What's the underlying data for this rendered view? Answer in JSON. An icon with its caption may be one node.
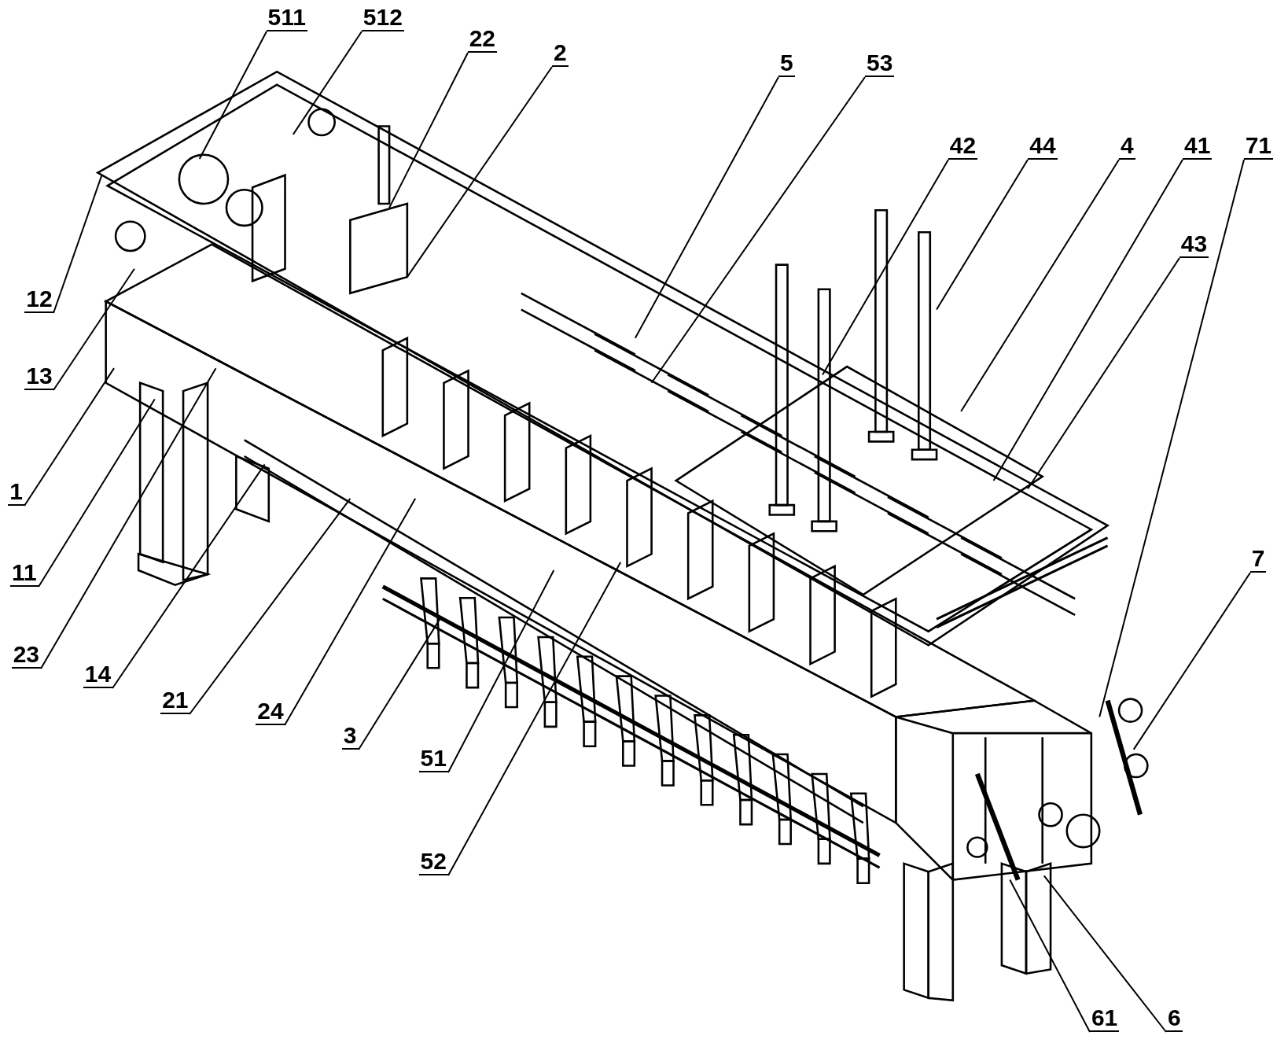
{
  "diagram": {
    "nodes": [
      {
        "text": [
          "511"
        ]
      },
      {
        "text": [
          "512"
        ]
      },
      {
        "text": [
          "22"
        ]
      },
      {
        "text": [
          "2"
        ]
      },
      {
        "text": [
          "5"
        ]
      },
      {
        "text": [
          "53"
        ]
      },
      {
        "text": [
          "42"
        ]
      },
      {
        "text": [
          "44"
        ]
      },
      {
        "text": [
          "4"
        ]
      },
      {
        "text": [
          "41"
        ]
      },
      {
        "text": [
          "71"
        ]
      },
      {
        "text": [
          "12"
        ]
      },
      {
        "text": [
          "43"
        ]
      },
      {
        "text": [
          "13"
        ]
      },
      {
        "text": [
          "1"
        ]
      },
      {
        "text": [
          "7"
        ]
      },
      {
        "text": [
          "11"
        ]
      },
      {
        "text": [
          "23"
        ]
      },
      {
        "text": [
          "14"
        ]
      },
      {
        "text": [
          "21"
        ]
      },
      {
        "text": [
          "24"
        ]
      },
      {
        "text": [
          "3"
        ]
      },
      {
        "text": [
          "51"
        ]
      },
      {
        "text": [
          "52"
        ]
      },
      {
        "text": [
          "61"
        ]
      },
      {
        "text": [
          "6"
        ]
      }
    ],
    "edges": [
      {
        "from": 0,
        "to": null,
        "arrow": "none"
      },
      {
        "from": 1,
        "to": null,
        "arrow": "none"
      },
      {
        "from": 2,
        "to": null,
        "arrow": "none"
      },
      {
        "from": 3,
        "to": null,
        "arrow": "none"
      },
      {
        "from": 4,
        "to": null,
        "arrow": "none"
      },
      {
        "from": 5,
        "to": null,
        "arrow": "none"
      },
      {
        "from": 6,
        "to": null,
        "arrow": "none"
      },
      {
        "from": 7,
        "to": null,
        "arrow": "none"
      },
      {
        "from": 8,
        "to": null,
        "arrow": "none"
      },
      {
        "from": 9,
        "to": null,
        "arrow": "none"
      },
      {
        "from": 10,
        "to": null,
        "arrow": "none"
      },
      {
        "from": 11,
        "to": null,
        "arrow": "none"
      },
      {
        "from": 12,
        "to": null,
        "arrow": "none"
      },
      {
        "from": 13,
        "to": null,
        "arrow": "none"
      },
      {
        "from": 14,
        "to": null,
        "arrow": "none"
      },
      {
        "from": 15,
        "to": null,
        "arrow": "none"
      },
      {
        "from": 16,
        "to": null,
        "arrow": "none"
      },
      {
        "from": 17,
        "to": null,
        "arrow": "none"
      },
      {
        "from": 18,
        "to": null,
        "arrow": "none"
      },
      {
        "from": 19,
        "to": null,
        "arrow": "none"
      },
      {
        "from": 20,
        "to": null,
        "arrow": "none"
      },
      {
        "from": 21,
        "to": null,
        "arrow": "none"
      },
      {
        "from": 22,
        "to": null,
        "arrow": "none"
      },
      {
        "from": 23,
        "to": null,
        "arrow": "none"
      },
      {
        "from": 24,
        "to": null,
        "arrow": "none"
      },
      {
        "from": 25,
        "to": null,
        "arrow": "none"
      }
    ]
  }
}
